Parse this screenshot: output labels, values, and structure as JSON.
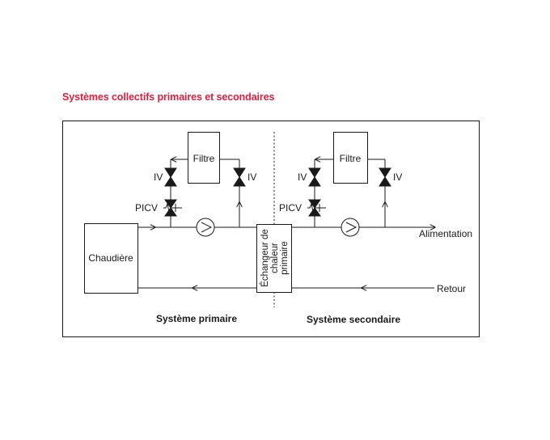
{
  "title": "Systèmes collectifs primaires et secondaires",
  "colors": {
    "title": "#e31c3d",
    "line": "#1a1a1a"
  },
  "labels": {
    "boiler": "Chaudière",
    "filter": "Filtre",
    "isolation_valve": "IV",
    "picv": "PICV",
    "exchanger": [
      "Échangeur de",
      "chaleur",
      "primaire"
    ],
    "supply": "Alimentation",
    "return": "Retour",
    "primary_system": "Système primaire",
    "secondary_system": "Système secondaire"
  },
  "icons": [
    "pump-icon",
    "valve-icon",
    "arrow-icon"
  ]
}
